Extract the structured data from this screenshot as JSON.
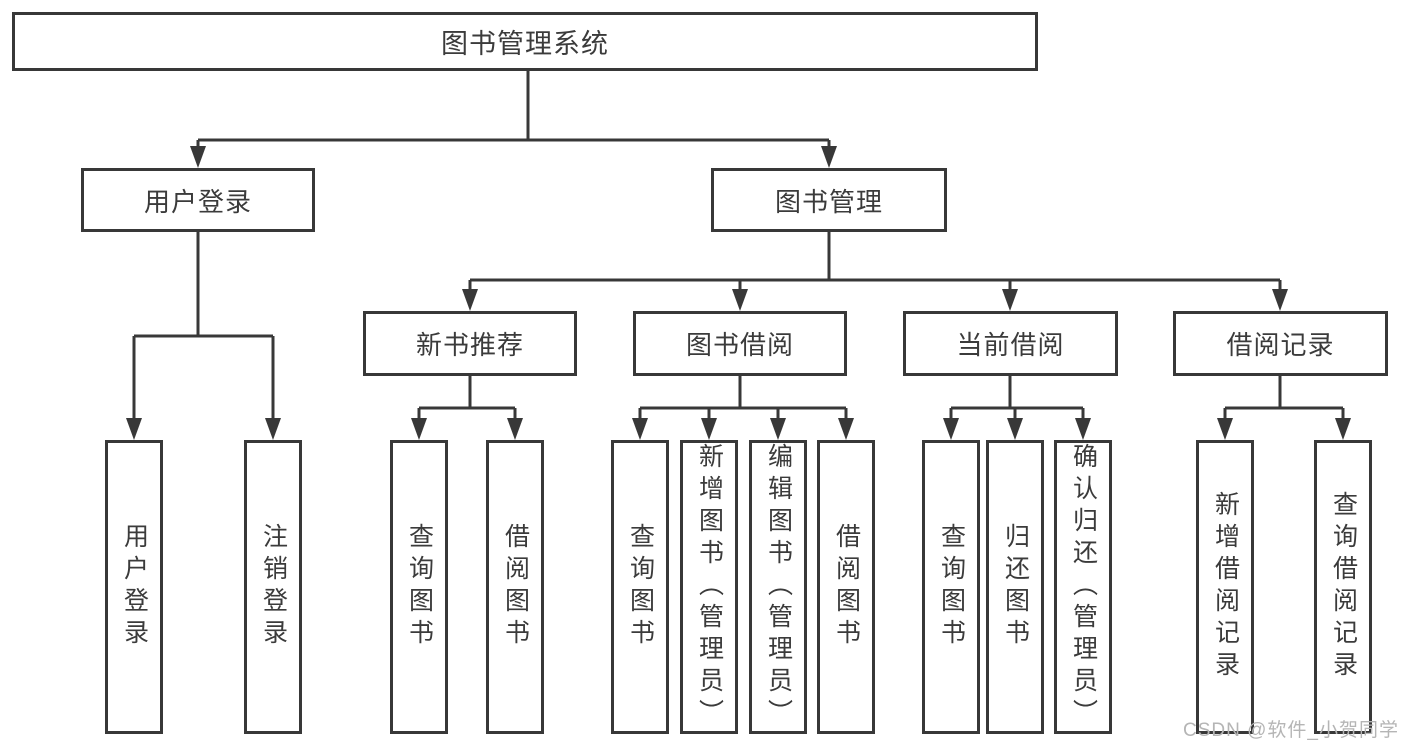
{
  "diagram": {
    "root": {
      "label": "图书管理系统"
    },
    "level2": [
      {
        "label": "用户登录"
      },
      {
        "label": "图书管理"
      }
    ],
    "level3": [
      {
        "label": "新书推荐"
      },
      {
        "label": "图书借阅"
      },
      {
        "label": "当前借阅"
      },
      {
        "label": "借阅记录"
      }
    ],
    "leaves": {
      "user_login": [
        {
          "label": "用户登录"
        },
        {
          "label": "注销登录"
        }
      ],
      "new_book": [
        {
          "label": "查询图书"
        },
        {
          "label": "借阅图书"
        }
      ],
      "book_borrow": [
        {
          "label": "查询图书"
        },
        {
          "label": "新增图书（管理员）"
        },
        {
          "label": "编辑图书（管理员）"
        },
        {
          "label": "借阅图书"
        }
      ],
      "current_borrow": [
        {
          "label": "查询图书"
        },
        {
          "label": "归还图书"
        },
        {
          "label": "确认归还（管理员）"
        }
      ],
      "borrow_record": [
        {
          "label": "新增借阅记录"
        },
        {
          "label": "查询借阅记录"
        }
      ]
    }
  },
  "watermark": {
    "text": "CSDN @软件_小贺同学"
  },
  "colors": {
    "line": "#383838",
    "box_background": "#ffffff",
    "text": "#3b3b3b",
    "watermark": "#b5b5b5"
  }
}
